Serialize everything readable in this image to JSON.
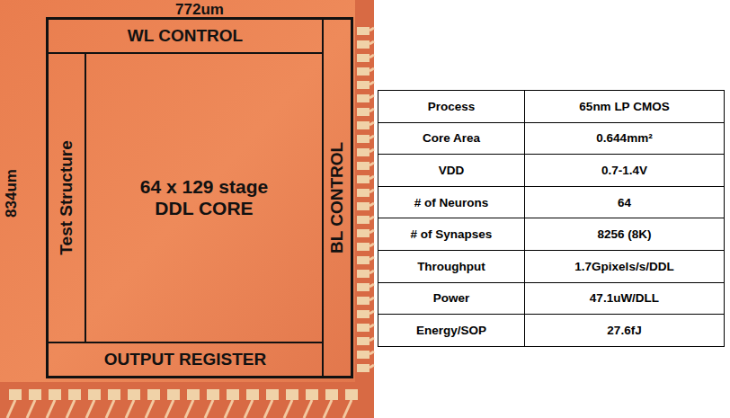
{
  "diagram": {
    "nodes": [
      {
        "text": [
          "WL CONTROL"
        ]
      },
      {
        "text": [
          "Test Structure"
        ]
      },
      {
        "text": [
          "64 x 129 stage DDL CORE"
        ]
      },
      {
        "text": [
          "BL CONTROL"
        ]
      },
      {
        "text": [
          "OUTPUT REGISTER"
        ]
      }
    ],
    "labels": [
      "772um",
      "834um",
      "Process",
      "65nm LP CMOS",
      "Core Area",
      "0.644mm²",
      "VDD",
      "0.7-1.4V",
      "# of Neurons",
      "64",
      "# of Synapses",
      "8256 (8K)",
      "Throughput",
      "1.7Gpixels/s/DDL",
      "Power",
      "47.1uW/DLL",
      "Energy/SOP",
      "27.6fJ"
    ]
  }
}
